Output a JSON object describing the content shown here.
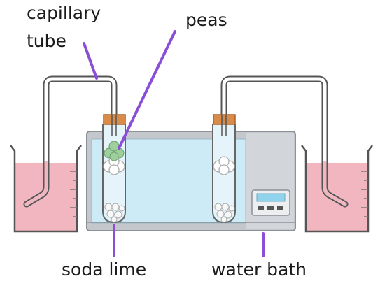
{
  "labels": {
    "capillary_line1": "capillary",
    "capillary_line2": "tube",
    "peas": "peas",
    "soda_lime": "soda lime",
    "water_bath": "water bath"
  },
  "colors": {
    "pointer": "#8a4fd6",
    "liquid": "#f2b6c0",
    "bath_water": "#cdebf6",
    "bath_body": "#b9bec4",
    "stopper": "#d98b4a",
    "peas": "#9ccf9c"
  }
}
